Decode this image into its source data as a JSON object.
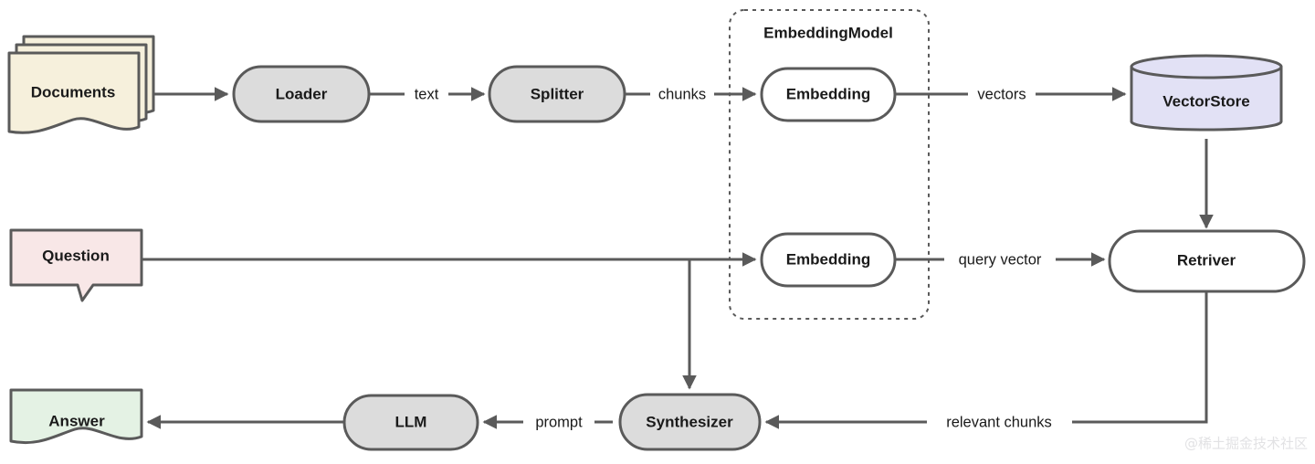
{
  "diagram": {
    "title": "RAG pipeline diagram",
    "watermark": "@稀土掘金技术社区",
    "colors": {
      "stroke": "#5a5a5a",
      "text": "#1a1a1a",
      "process_fill": "#dcdcdc",
      "white_fill": "#ffffff",
      "documents_fill": "#f6f0dc",
      "question_fill": "#f8e7e7",
      "answer_fill": "#e4f2e4",
      "vectorstore_fill": "#e2e1f5",
      "watermark_color": "#e2e2e4"
    },
    "nodes": [
      {
        "id": "documents",
        "label": "Documents",
        "shape": "multi-document",
        "fill": "#f6f0dc"
      },
      {
        "id": "loader",
        "label": "Loader",
        "shape": "stadium",
        "fill": "#dcdcdc"
      },
      {
        "id": "splitter",
        "label": "Splitter",
        "shape": "stadium",
        "fill": "#dcdcdc"
      },
      {
        "id": "embedding_doc",
        "label": "Embedding",
        "shape": "stadium",
        "fill": "#ffffff"
      },
      {
        "id": "vectorstore",
        "label": "VectorStore",
        "shape": "cylinder",
        "fill": "#e2e1f5"
      },
      {
        "id": "question",
        "label": "Question",
        "shape": "callout",
        "fill": "#f8e7e7"
      },
      {
        "id": "embedding_query",
        "label": "Embedding",
        "shape": "stadium",
        "fill": "#ffffff"
      },
      {
        "id": "retriever",
        "label": "Retriver",
        "shape": "stadium",
        "fill": "#ffffff"
      },
      {
        "id": "synthesizer",
        "label": "Synthesizer",
        "shape": "stadium",
        "fill": "#dcdcdc"
      },
      {
        "id": "llm",
        "label": "LLM",
        "shape": "stadium",
        "fill": "#dcdcdc"
      },
      {
        "id": "answer",
        "label": "Answer",
        "shape": "document",
        "fill": "#e4f2e4"
      }
    ],
    "groups": [
      {
        "id": "embedding_model",
        "label": "EmbeddingModel",
        "style": "dashed-rounded"
      }
    ],
    "edges": [
      {
        "from": "documents",
        "to": "loader",
        "label": ""
      },
      {
        "from": "loader",
        "to": "splitter",
        "label": "text"
      },
      {
        "from": "splitter",
        "to": "embedding_doc",
        "label": "chunks"
      },
      {
        "from": "embedding_doc",
        "to": "vectorstore",
        "label": "vectors"
      },
      {
        "from": "vectorstore",
        "to": "retriever",
        "label": ""
      },
      {
        "from": "question",
        "to": "embedding_query",
        "label": ""
      },
      {
        "from": "question",
        "to": "synthesizer",
        "label": ""
      },
      {
        "from": "embedding_query",
        "to": "retriever",
        "label": "query vector"
      },
      {
        "from": "retriever",
        "to": "synthesizer",
        "label": "relevant chunks"
      },
      {
        "from": "synthesizer",
        "to": "llm",
        "label": "prompt"
      },
      {
        "from": "llm",
        "to": "answer",
        "label": ""
      }
    ],
    "edge_labels": {
      "text": "text",
      "chunks": "chunks",
      "vectors": "vectors",
      "query_vector": "query vector",
      "relevant_chunks": "relevant chunks",
      "prompt": "prompt"
    }
  }
}
